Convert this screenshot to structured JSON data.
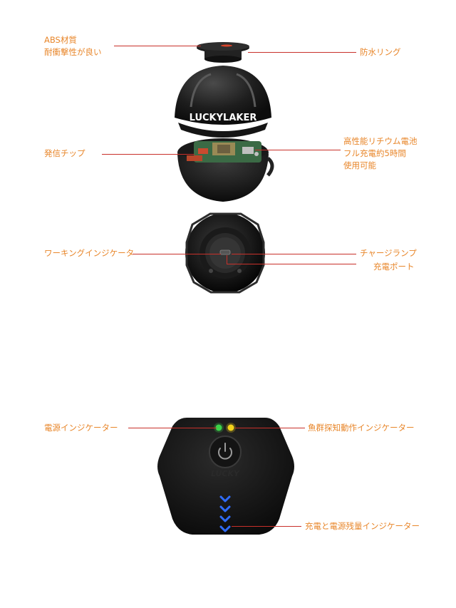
{
  "labels": {
    "abs_line1": "ABS材質",
    "abs_line2": "耐衝撃性が良い",
    "waterproof_ring": "防水リング",
    "transmitter_chip": "発信チップ",
    "battery_line1": "高性能リチウム電池",
    "battery_line2": "フル充電約5時間",
    "battery_line3": "使用可能",
    "working_indicator": "ワーキングインジケータ",
    "charge_lamp": "チャージランプ",
    "charge_port": "充電ポート",
    "power_indicator": "電源インジケーター",
    "fish_indicator": "魚群探知動作インジケーター",
    "battery_level_indicator": "充電と電源残量インジケーター"
  },
  "device": {
    "brand": "LUCKYLAKER"
  },
  "colors": {
    "label": "#e8862a",
    "leader_line": "#c8302a",
    "led_green": "#3dd44a",
    "led_yellow": "#f2d21b",
    "led_blue": "#2f6cff"
  },
  "icons": {
    "power": "power-icon",
    "chevrons": "chevron-down-icon"
  }
}
